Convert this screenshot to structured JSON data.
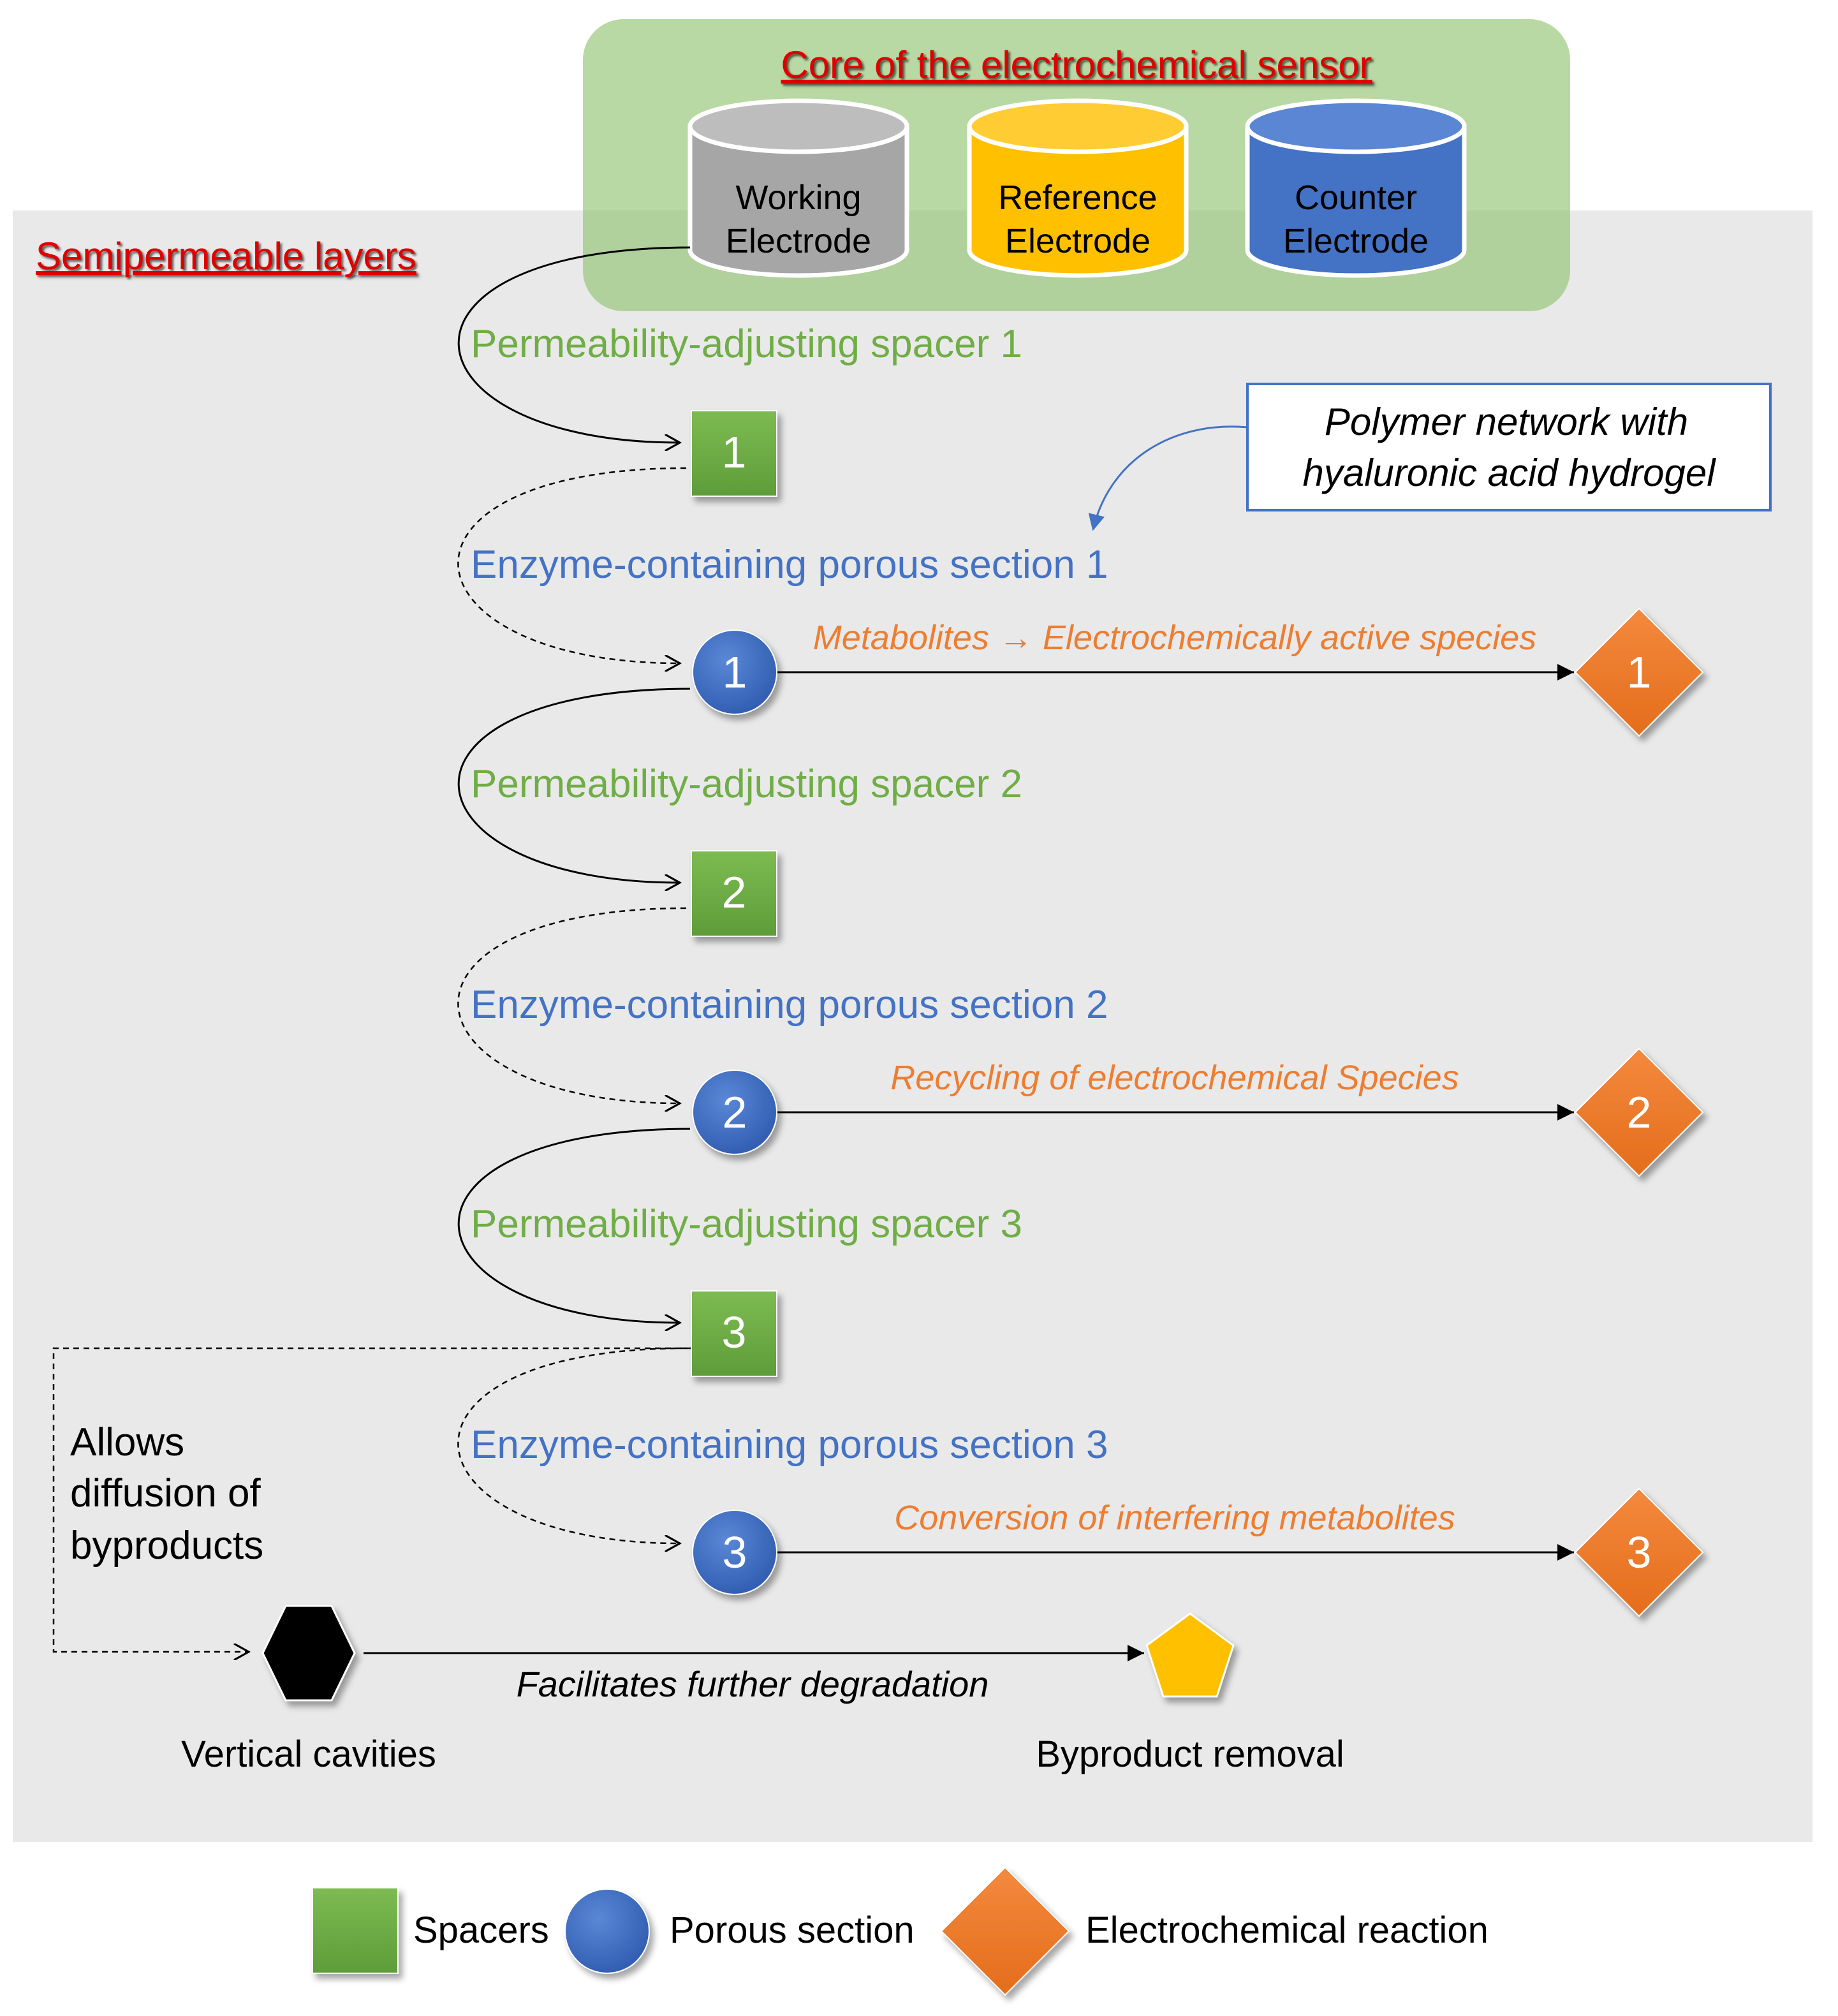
{
  "titles": {
    "core": "Core of the electrochemical sensor",
    "layers": "Semipermeable layers"
  },
  "electrodes": [
    {
      "line1": "Working",
      "line2": "Electrode",
      "color": "#a6a6a6"
    },
    {
      "line1": "Reference",
      "line2": "Electrode",
      "color": "#ffc000"
    },
    {
      "line1": "Counter",
      "line2": "Electrode",
      "color": "#4472c4"
    }
  ],
  "callout": {
    "line1": "Polymer network with",
    "line2": "hyaluronic acid hydrogel"
  },
  "stages": [
    {
      "spacer_label": "Permeability-adjusting spacer 1",
      "spacer_num": "1",
      "section_label": "Enzyme-containing porous section 1",
      "section_num": "1",
      "reaction_label": "Metabolites → Electrochemically active species",
      "reaction_num": "1"
    },
    {
      "spacer_label": "Permeability-adjusting spacer 2",
      "spacer_num": "2",
      "section_label": "Enzyme-containing porous section 2",
      "section_num": "2",
      "reaction_label": "Recycling of electrochemical Species",
      "reaction_num": "2"
    },
    {
      "spacer_label": "Permeability-adjusting spacer 3",
      "spacer_num": "3",
      "section_label": "Enzyme-containing porous section 3",
      "section_num": "3",
      "reaction_label": "Conversion of  interfering metabolites",
      "reaction_num": "3"
    }
  ],
  "byproducts": {
    "side_line1": "Allows",
    "side_line2": "diffusion of",
    "side_line3": "byproducts",
    "cavities": "Vertical cavities",
    "degradation": "Facilitates further degradation",
    "removal": "Byproduct removal"
  },
  "legend": [
    {
      "label": "Spacers",
      "icon": "square"
    },
    {
      "label": "Porous section",
      "icon": "circle"
    },
    {
      "label": "Electrochemical reaction",
      "icon": "diamond"
    }
  ],
  "colors": {
    "green": "#70ad47",
    "blue": "#4472c4",
    "orange": "#ed7d31",
    "red": "#e00000",
    "panel": "#e9e9e9",
    "core_panel": "#a9d18e",
    "byproduct": "#ffc000"
  }
}
